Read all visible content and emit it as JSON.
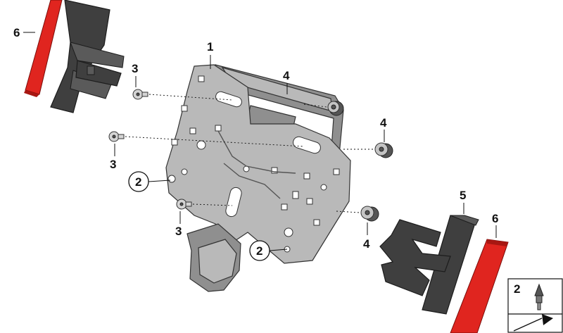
{
  "callouts": {
    "part_1": "1",
    "part_2_top": "2",
    "part_2_bottom": "2",
    "part_3_upper": "3",
    "part_3_middle": "3",
    "part_3_lower": "3",
    "part_4_top": "4",
    "part_4_right": "4",
    "part_4_lower": "4",
    "part_5": "5",
    "part_6_left": "6",
    "part_6_right": "6"
  },
  "legend": {
    "item_number": "2"
  },
  "colors": {
    "reflector_red": "#e0251f",
    "holder_dark": "#3f3f3f",
    "plate_gray": "#b9b9b9"
  }
}
